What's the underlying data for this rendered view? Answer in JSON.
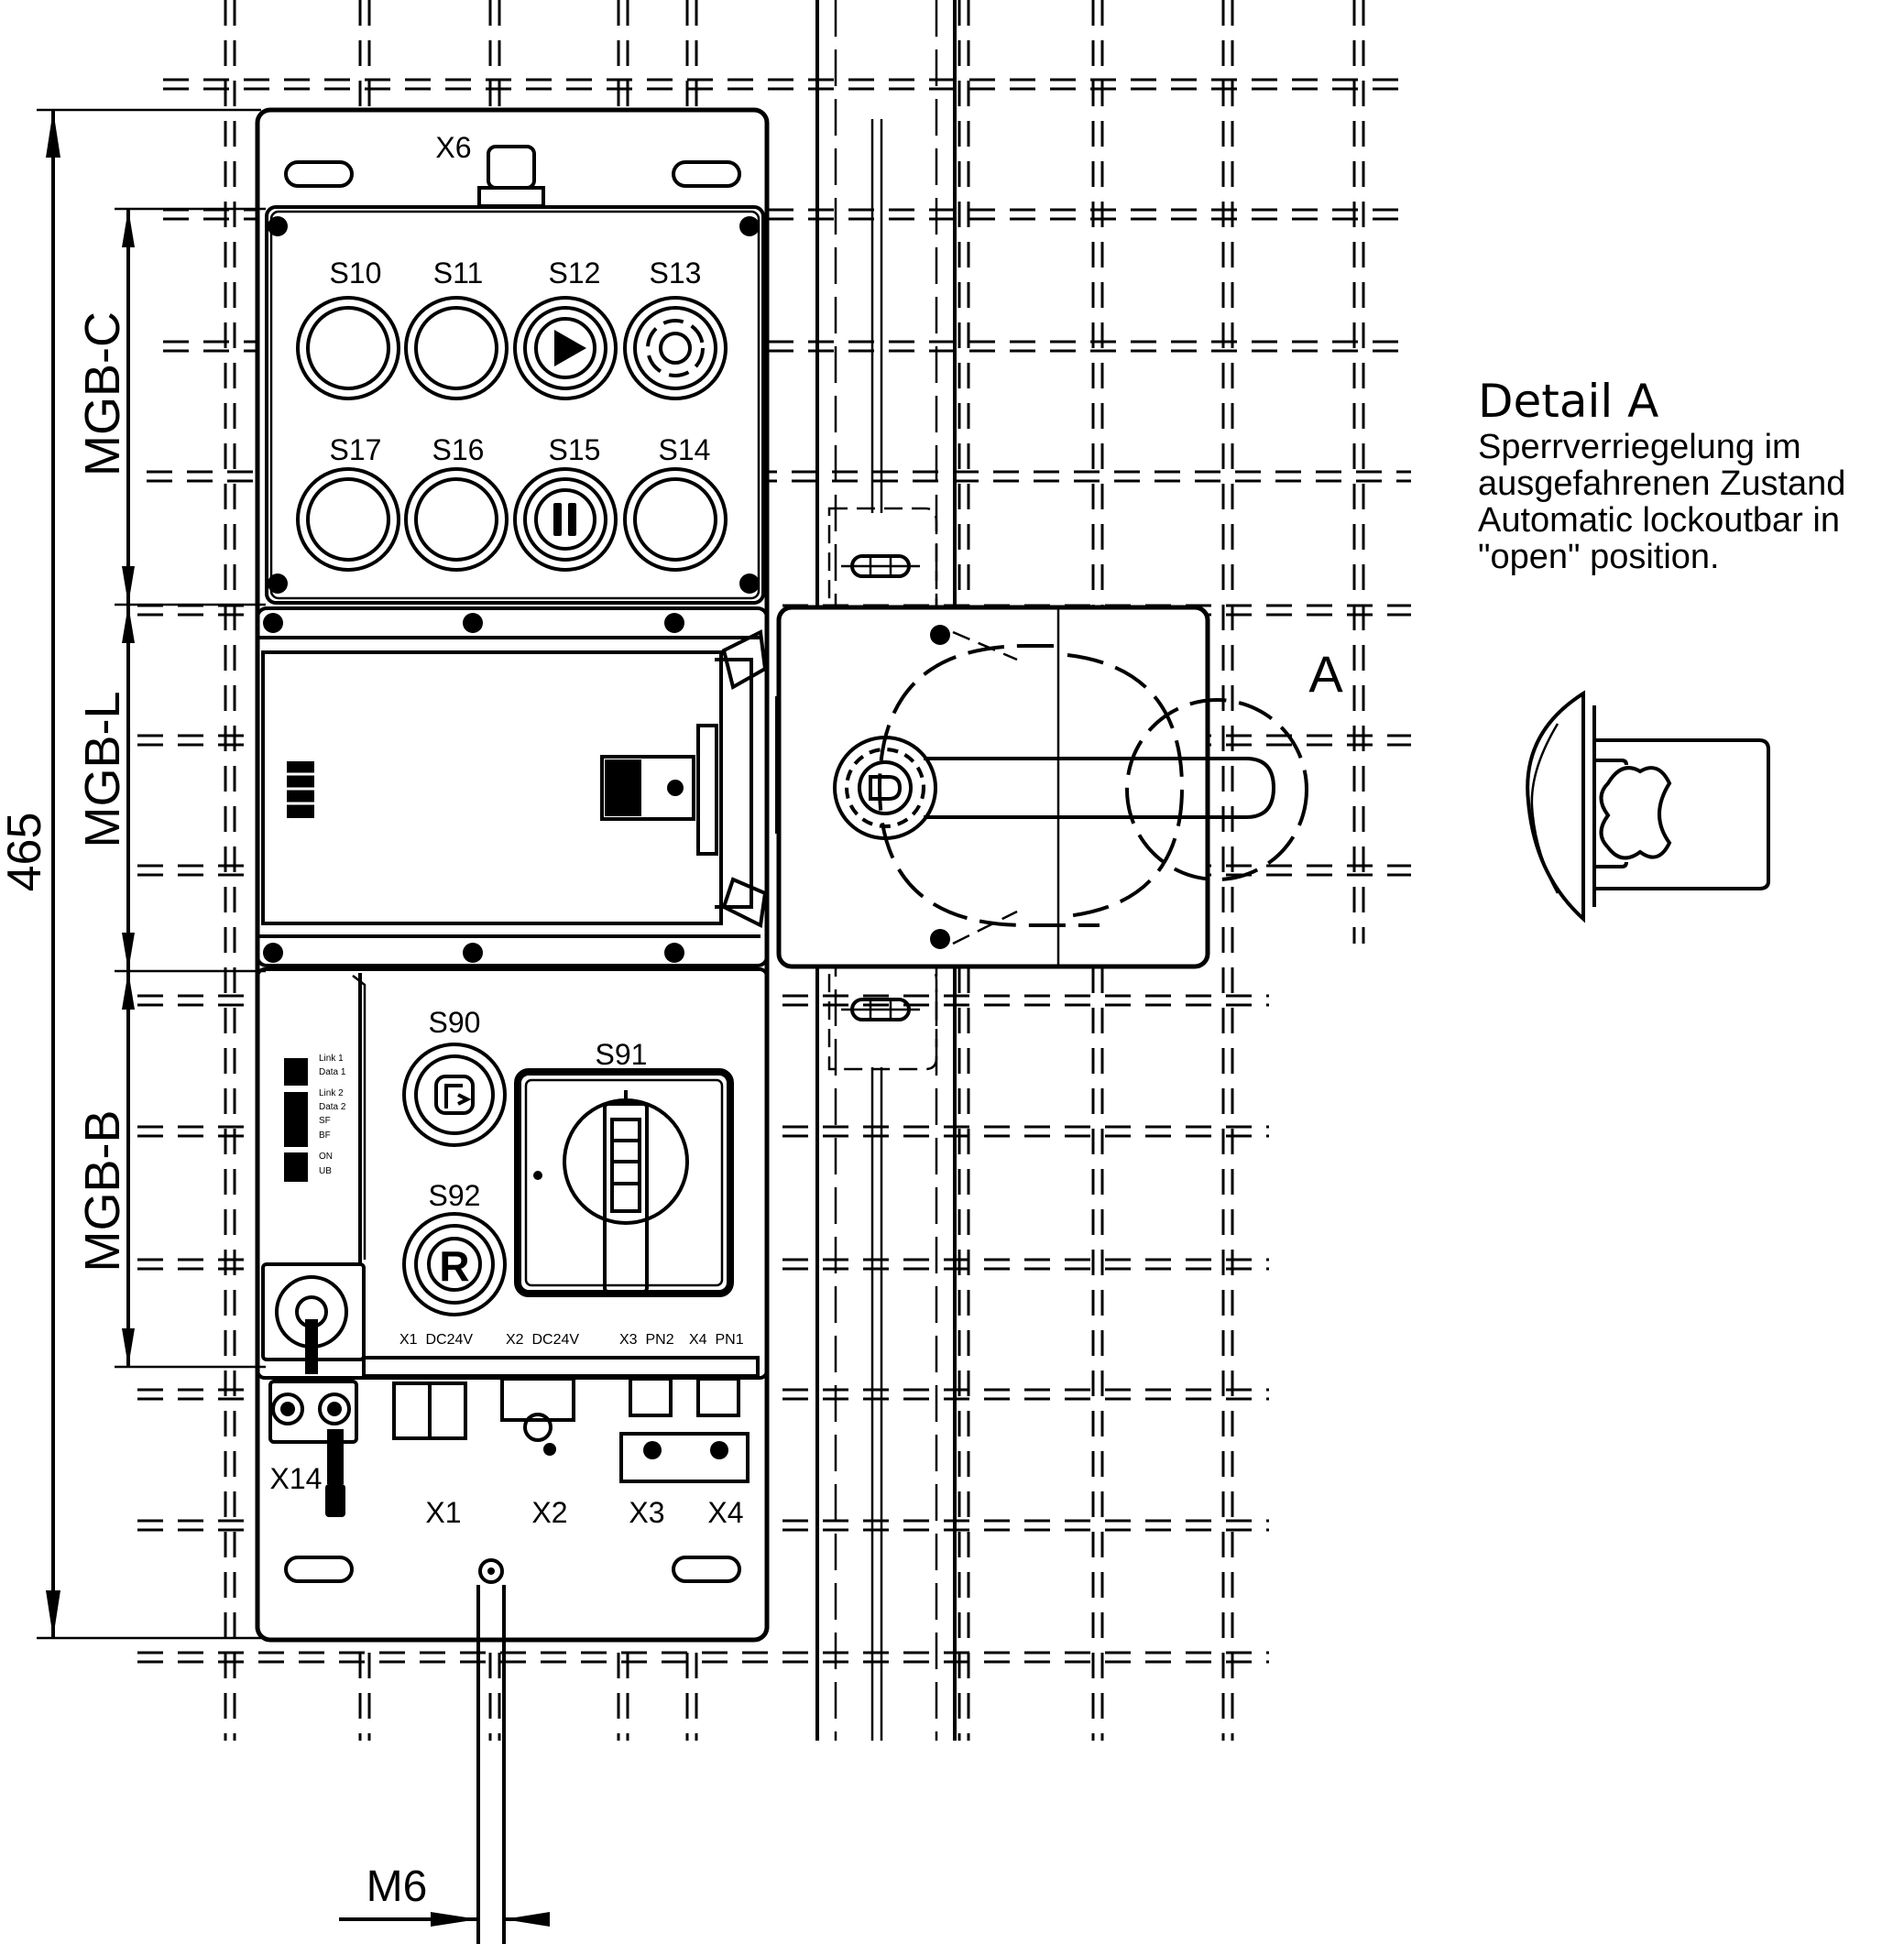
{
  "diagram": {
    "dimension_height": "465",
    "dimension_thread": "M6",
    "module_labels": {
      "top": "MGB-C",
      "middle": "MGB-L",
      "bottom": "MGB-B"
    },
    "connector_top": "X6",
    "buttons_row1": [
      "S10",
      "S11",
      "S12",
      "S13"
    ],
    "buttons_row2": [
      "S17",
      "S16",
      "S15",
      "S14"
    ],
    "button_s90": "S90",
    "button_s92": "S92",
    "switch_s91": "S91",
    "reset_glyph": "R",
    "led_labels": {
      "link1": "Link 1",
      "data1": "Data 1",
      "link2": "Link 2",
      "data2": "Data 2",
      "sf": "SF",
      "bf": "BF",
      "on": "ON",
      "ub": "UB"
    },
    "port_labels": {
      "x1": "X1  DC24V",
      "x2": "X2  DC24V",
      "x3": "X3  PN2",
      "x4": "X4  PN1"
    },
    "connectors_bottom": [
      "X14",
      "X1",
      "X2",
      "X3",
      "X4"
    ],
    "detail_marker": "A",
    "detail": {
      "title": "Detail A",
      "line1": "Sperrverriegelung im",
      "line2": "ausgefahrenen Zustand",
      "line3": "Automatic lockoutbar in",
      "line4": "\"open\" position."
    }
  }
}
